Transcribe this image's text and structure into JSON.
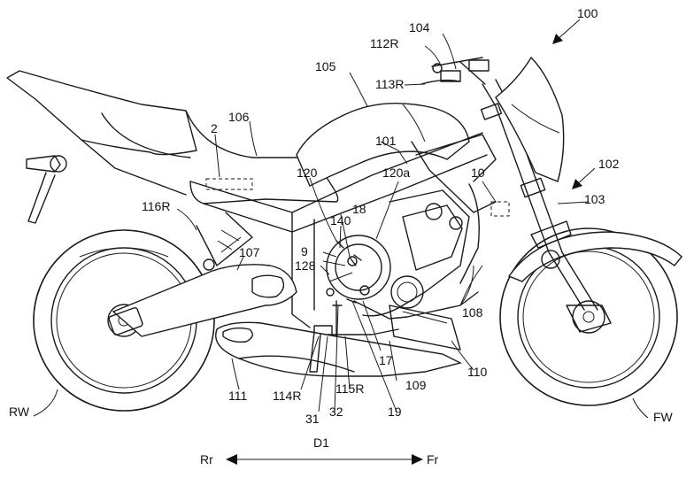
{
  "figure": {
    "reference_numbers": [
      {
        "id": "100",
        "text": "100"
      },
      {
        "id": "104",
        "text": "104"
      },
      {
        "id": "112R",
        "text": "112R"
      },
      {
        "id": "105",
        "text": "105"
      },
      {
        "id": "113R",
        "text": "113R"
      },
      {
        "id": "2",
        "text": "2"
      },
      {
        "id": "106",
        "text": "106"
      },
      {
        "id": "101",
        "text": "101"
      },
      {
        "id": "102",
        "text": "102"
      },
      {
        "id": "120",
        "text": "120"
      },
      {
        "id": "120a",
        "text": "120a"
      },
      {
        "id": "10",
        "text": "10"
      },
      {
        "id": "103",
        "text": "103"
      },
      {
        "id": "116R",
        "text": "116R"
      },
      {
        "id": "18",
        "text": "18"
      },
      {
        "id": "140",
        "text": "140"
      },
      {
        "id": "9",
        "text": "9"
      },
      {
        "id": "107",
        "text": "107"
      },
      {
        "id": "128",
        "text": "128"
      },
      {
        "id": "108",
        "text": "108"
      },
      {
        "id": "17",
        "text": "17"
      },
      {
        "id": "110",
        "text": "110"
      },
      {
        "id": "111",
        "text": "111"
      },
      {
        "id": "114R",
        "text": "114R"
      },
      {
        "id": "115R",
        "text": "115R"
      },
      {
        "id": "109",
        "text": "109"
      },
      {
        "id": "31",
        "text": "31"
      },
      {
        "id": "32",
        "text": "32"
      },
      {
        "id": "19",
        "text": "19"
      },
      {
        "id": "RW",
        "text": "RW"
      },
      {
        "id": "FW",
        "text": "FW"
      }
    ],
    "direction": {
      "rear": "Rr",
      "axis": "D1",
      "front": "Fr"
    }
  }
}
